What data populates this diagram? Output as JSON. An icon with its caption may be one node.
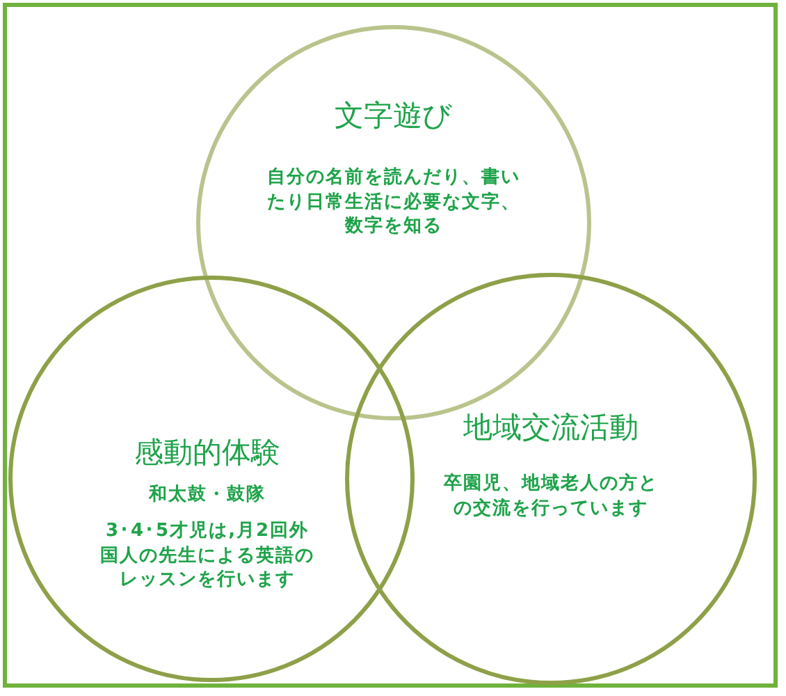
{
  "diagram": {
    "nodes": [
      {
        "text": [
          "文字遊び",
          "自分の名前を読んだり、書いたり日常生活に必要な文字、数字を知る"
        ]
      },
      {
        "text": [
          "感動的体験",
          "和太鼓・鼓隊",
          "3･4･5才児は,月2回外国人の先生による英語のレッスンを行います"
        ]
      },
      {
        "text": [
          "地域交流活動",
          "卒園児、地域老人の方との交流を行っています"
        ]
      }
    ],
    "edges": []
  }
}
